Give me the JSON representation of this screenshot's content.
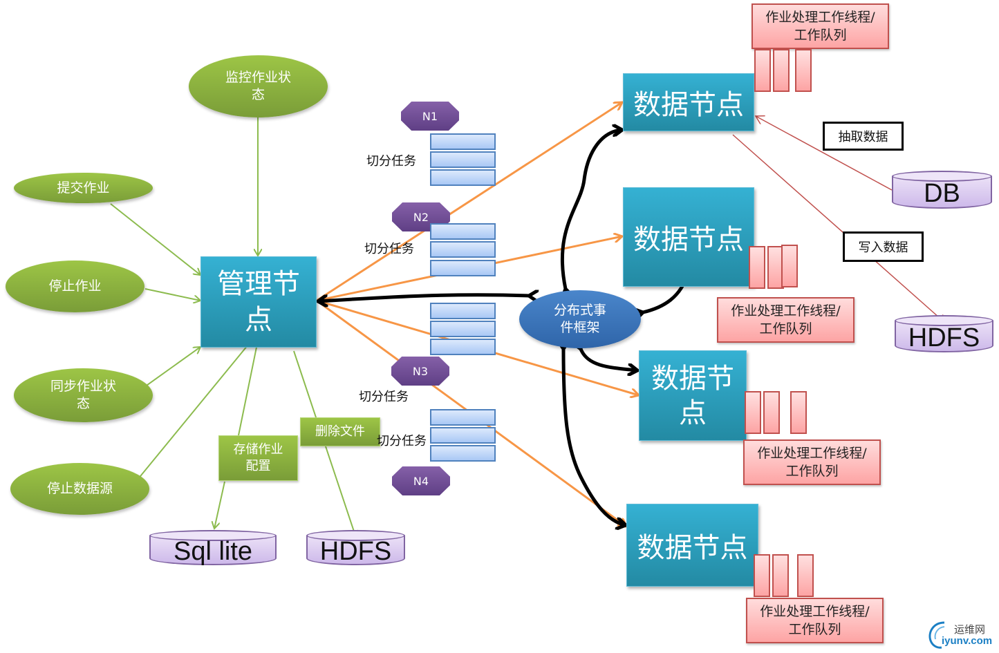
{
  "management_node": {
    "label": "管理节点"
  },
  "client_actions": [
    {
      "id": "monitor",
      "label": "监控作业状态"
    },
    {
      "id": "submit",
      "label": "提交作业"
    },
    {
      "id": "stop-job",
      "label": "停止作业"
    },
    {
      "id": "sync",
      "label": "同步作业状态"
    },
    {
      "id": "stop-datasource",
      "label": "停止数据源"
    }
  ],
  "storage_actions": [
    {
      "id": "store-config",
      "label": "存储作业配置"
    },
    {
      "id": "delete-file",
      "label": "删除文件"
    }
  ],
  "local_stores": [
    {
      "id": "sqlite",
      "label": "Sql lite"
    },
    {
      "id": "hdfs-local",
      "label": "HDFS"
    }
  ],
  "partitions": [
    {
      "id": "N1",
      "label": "N1",
      "task_label": "切分任务"
    },
    {
      "id": "N2",
      "label": "N2",
      "task_label": "切分任务"
    },
    {
      "id": "N3",
      "label": "N3",
      "task_label": "切分任务"
    },
    {
      "id": "N4",
      "label": "N4",
      "task_label": "切分任务"
    }
  ],
  "event_framework": {
    "label": "分布式事件框架"
  },
  "data_nodes": [
    {
      "id": "dn1",
      "label": "数据节点",
      "worker_label": "作业处理工作线程/工作队列"
    },
    {
      "id": "dn2",
      "label": "数据节点",
      "worker_label": "作业处理工作线程/工作队列"
    },
    {
      "id": "dn3",
      "label": "数据节点",
      "worker_label": "作业处理工作线程/工作队列"
    },
    {
      "id": "dn4",
      "label": "数据节点",
      "worker_label": "作业处理工作线程/工作队列"
    }
  ],
  "external": {
    "db": {
      "label": "DB"
    },
    "hdfs": {
      "label": "HDFS"
    },
    "extract_label": "抽取数据",
    "write_label": "写入数据"
  },
  "colors": {
    "green_arrow": "#8cbb4e",
    "orange_arrow": "#f79646",
    "red_arrow": "#c0504d",
    "black_arrow": "#000000"
  },
  "watermark": {
    "cn": "运维网",
    "en": "iyunv.com"
  }
}
